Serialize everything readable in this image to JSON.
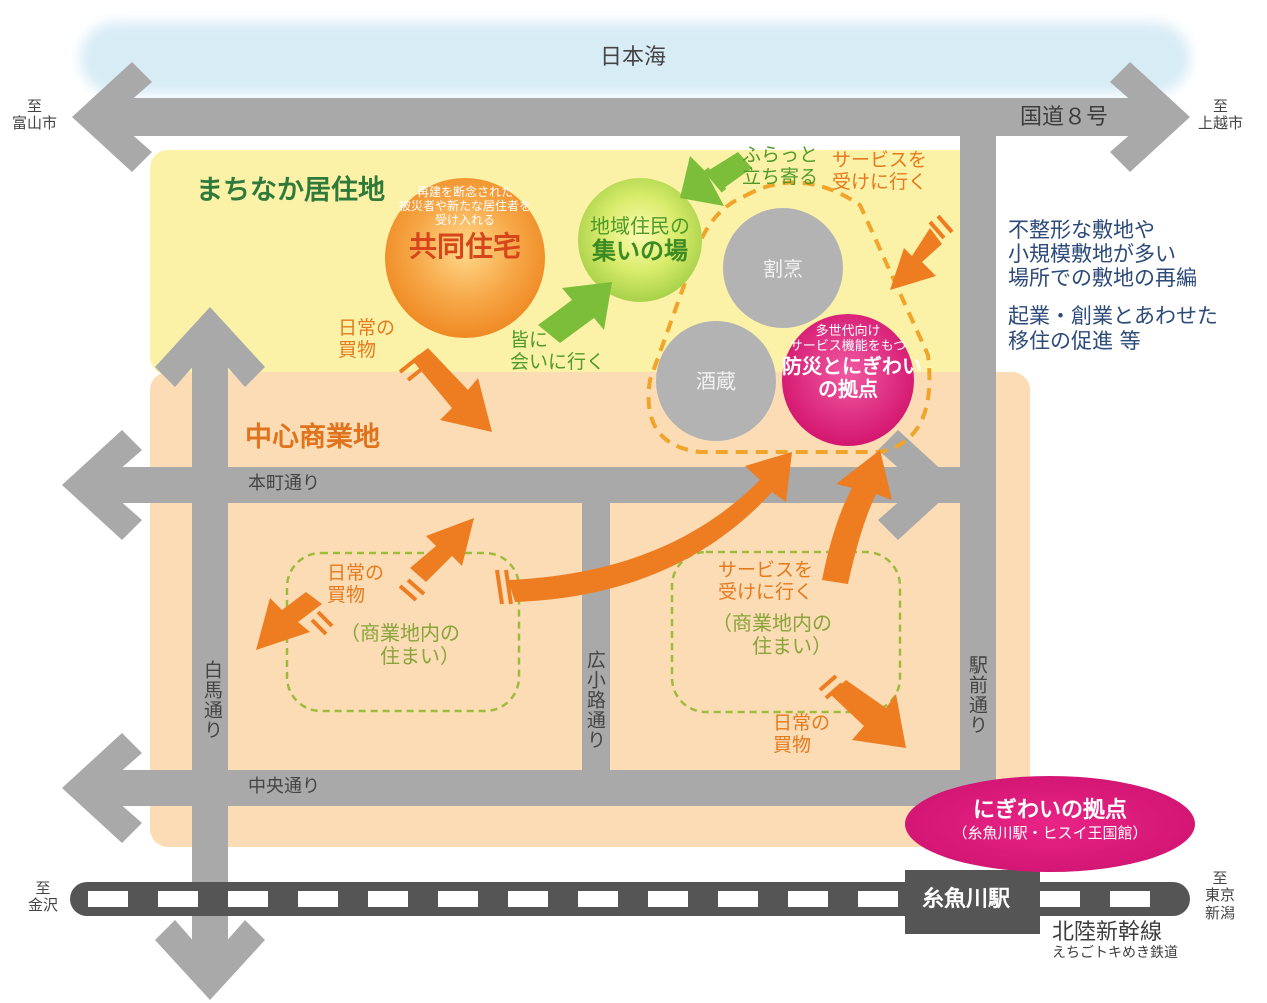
{
  "sea": "日本海",
  "national_road": "国道８号",
  "directions": {
    "west_top": {
      "to": "至",
      "place": "富山市"
    },
    "east_top": {
      "to": "至",
      "place": "上越市"
    },
    "west_bottom": {
      "to": "至",
      "place": "金沢"
    },
    "east_bottom": {
      "to": "至",
      "place1": "東京",
      "place2": "新潟"
    }
  },
  "zones": {
    "residential": "まちなか居住地",
    "commercial": "中心商業地"
  },
  "streets": {
    "motomachi": "本町通り",
    "chuo": "中央通り",
    "hakuba": "白馬通り",
    "hirokoji": "広小路通り",
    "ekimae": "駅前通り"
  },
  "housing": {
    "line1": "再建を断念された",
    "line2": "被災者や新たな居住者を",
    "line3": "受け入れる",
    "title": "共同住宅"
  },
  "gathering": {
    "line1": "地域住民の",
    "line2": "集いの場"
  },
  "circles": {
    "kappo": "割烹",
    "sakagura": "酒蔵"
  },
  "hub": {
    "line1": "多世代向け",
    "line2": "サービス機能をもつ",
    "line3": "防災とにぎわい",
    "line4": "の拠点"
  },
  "flows": {
    "furatto": {
      "line1": "ふらっと",
      "line2": "立ち寄る"
    },
    "service_top": {
      "line1": "サービスを",
      "line2": "受けに行く"
    },
    "daily_top": {
      "line1": "日常の",
      "line2": "買物"
    },
    "meet": {
      "line1": "皆に",
      "line2": "会いに行く"
    },
    "daily_left": {
      "line1": "日常の",
      "line2": "買物"
    },
    "service_right": {
      "line1": "サービスを",
      "line2": "受けに行く"
    },
    "daily_right": {
      "line1": "日常の",
      "line2": "買物"
    }
  },
  "in_area_housing": {
    "left": {
      "line1": "（商業地内の",
      "line2": "住まい）"
    },
    "right": {
      "line1": "（商業地内の",
      "line2": "住まい）"
    }
  },
  "notes": {
    "line1": "不整形な敷地や",
    "line2": "小規模敷地が多い",
    "line3": "場所での敷地の再編",
    "line4": "起業・創業とあわせた",
    "line5": "移住の促進 等"
  },
  "station_hub": {
    "title": "にぎわいの拠点",
    "sub": "（糸魚川駅・ヒスイ王国館）"
  },
  "station": "糸魚川駅",
  "railway": {
    "main": "北陸新幹線",
    "sub": "えちごトキめき鉄道"
  },
  "colors": {
    "road": "#a9a9a9",
    "orange": "#ee7d22",
    "green": "#7cbd3a",
    "magenta": "#e4187b",
    "sea": "#d8ecf6",
    "residential": "#fbf2a8",
    "commercial": "#fbdcb5"
  }
}
